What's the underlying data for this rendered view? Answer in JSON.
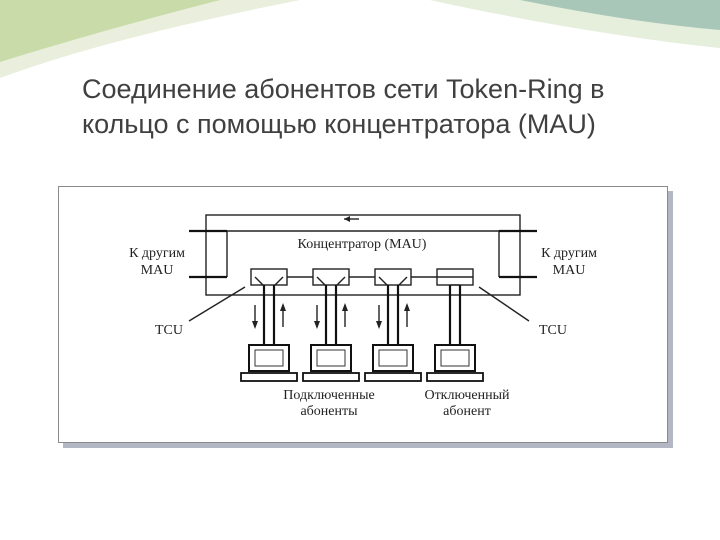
{
  "slide": {
    "title_line1": "Соединение абонентов сети Token-Ring в",
    "title_line2": "кольцо с помощью концентратора (MAU)",
    "accent_colors": [
      "#c8d9a6",
      "#9fc0b4",
      "#e7eedb"
    ]
  },
  "diagram": {
    "hub_label": "Концентратор (MAU)",
    "left_other_line1": "К другим",
    "left_other_line2": "MAU",
    "right_other_line1": "К другим",
    "right_other_line2": "MAU",
    "tcu_left": "TCU",
    "tcu_right": "TCU",
    "connected_line1": "Подключенные",
    "connected_line2": "абоненты",
    "disconnected_line1": "Отключенный",
    "disconnected_line2": "абонент",
    "stations": [
      {
        "state": "connected"
      },
      {
        "state": "connected"
      },
      {
        "state": "connected"
      },
      {
        "state": "disconnected"
      }
    ]
  }
}
